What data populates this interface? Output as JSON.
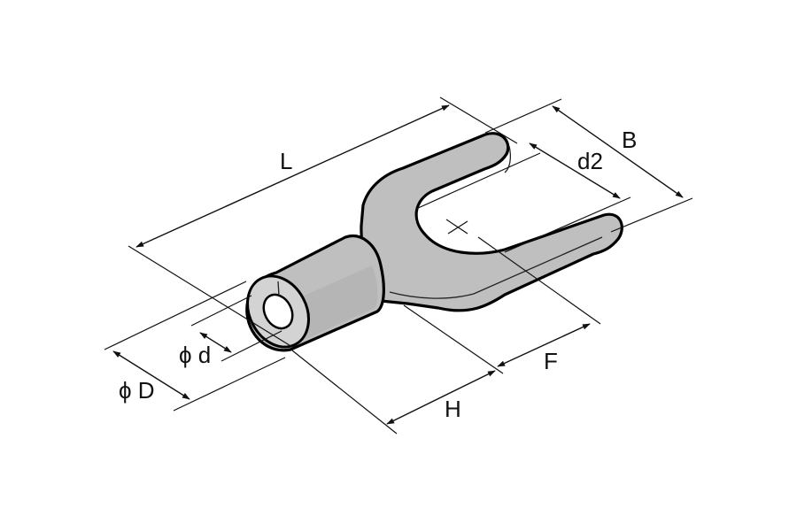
{
  "labels": {
    "L": "L",
    "B": "B",
    "d2": "d2",
    "phi_d": "ϕ d",
    "phi_D": "ϕ D",
    "H": "H",
    "F": "F"
  },
  "colors": {
    "terminal_fill": "#bfbfbf",
    "terminal_shade": "#a9a9a9",
    "line": "#111111",
    "background": "#ffffff"
  }
}
